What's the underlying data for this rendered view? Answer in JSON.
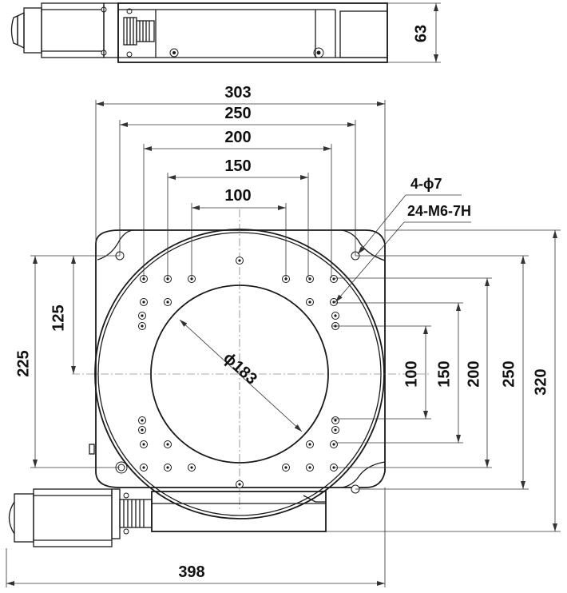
{
  "dimensions": {
    "height_top": "63",
    "width_303": "303",
    "width_250": "250",
    "width_200": "200",
    "width_150": "150",
    "width_100": "100",
    "left_125": "125",
    "left_225": "225",
    "right_100": "100",
    "right_150": "150",
    "right_200": "200",
    "right_250": "250",
    "right_320": "320",
    "bottom_398": "398",
    "diameter": "183"
  },
  "callouts": {
    "holes_corner": "4-",
    "holes_corner_size": "7",
    "holes_thread": "24-M6-7H"
  },
  "symbols": {
    "diameter": "ϕ"
  }
}
